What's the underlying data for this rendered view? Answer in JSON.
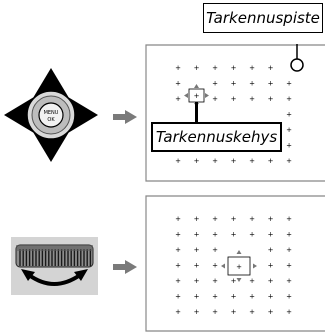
{
  "callouts": {
    "focus_point": "Tarkennuspiste",
    "focus_frame": "Tarkennuskehys"
  },
  "dpad": {
    "center_line1": "MENU",
    "center_line2": "OK"
  },
  "icons": {
    "selector": "dpad-selector-icon",
    "dial": "command-dial-icon",
    "arrow": "right-arrow-icon"
  }
}
